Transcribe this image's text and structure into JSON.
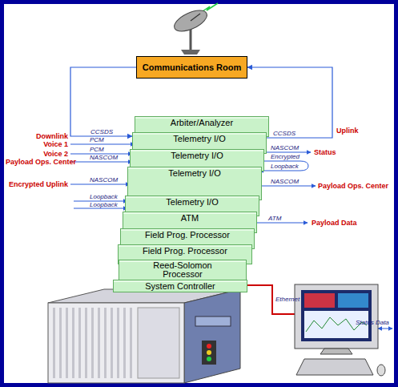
{
  "diagram": {
    "nodes": [
      {
        "text": [
          "Communications Room"
        ]
      },
      {
        "text": [
          "Arbiter/Analyzer"
        ]
      },
      {
        "text": [
          "Telemetry I/O"
        ]
      },
      {
        "text": [
          "Telemetry I/O"
        ]
      },
      {
        "text": [
          "Telemetry I/O"
        ]
      },
      {
        "text": [
          "Telemetry I/O"
        ]
      },
      {
        "text": [
          "ATM"
        ]
      },
      {
        "text": [
          "Field Prog. Processor"
        ]
      },
      {
        "text": [
          "Field Prog. Processor"
        ]
      },
      {
        "text": [
          "Reed-Solomon Processor"
        ]
      },
      {
        "text": [
          "System Controller"
        ]
      }
    ],
    "edges": [
      {
        "from": 0,
        "to": 2,
        "arrow": "to",
        "label": "CCSDS"
      },
      {
        "from": 2,
        "to": 0,
        "arrow": "to",
        "label": "CCSDS"
      }
    ],
    "labels": [
      "Downlink",
      "Voice 1",
      "PCM",
      "Voice 2",
      "PCM",
      "Payload Ops. Center",
      "NASCOM",
      "Encrypted Uplink",
      "NASCOM",
      "Loopback",
      "Loopback",
      "Uplink",
      "NASCOM",
      "Status",
      "Encrypted",
      "Loopback",
      "NASCOM",
      "Payload Ops. Center",
      "ATM",
      "Payload Data",
      "Ethernet",
      "Status Data"
    ]
  }
}
